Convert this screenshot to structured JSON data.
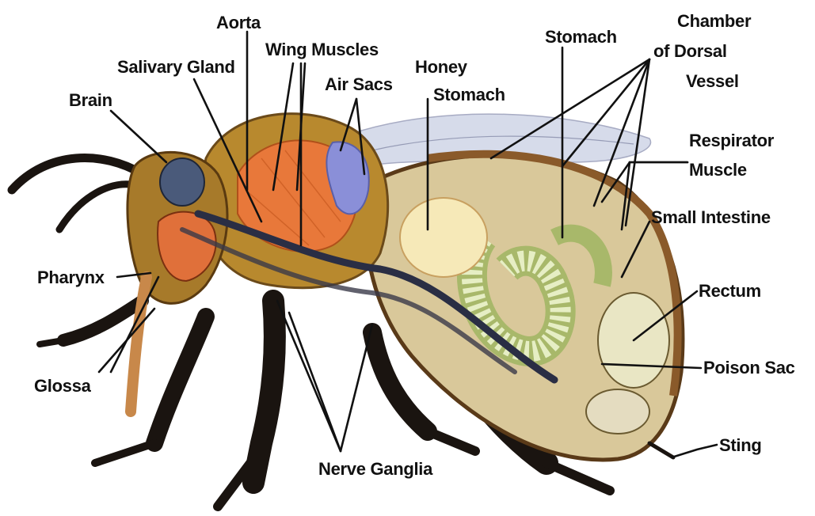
{
  "colors": {
    "background": "#ffffff",
    "label": "#111111",
    "leader": "#111111",
    "fur": "#b8892e",
    "fur_dark": "#6b4a1a",
    "wing_muscle": "#e8783a",
    "air_sac": "#8a8fd8",
    "honey_stomach": "#f6e9b8",
    "intestine": "#c9d98a",
    "abdomen_shell": "#8a5a2a",
    "eye": "#4a5a7a",
    "legs": "#1a1410"
  },
  "labels": {
    "aorta": "Aorta",
    "salivary_gland": "Salivary Gland",
    "wing_muscles": "Wing Muscles",
    "air_sacs": "Air Sacs",
    "honey_stomach": [
      "Honey",
      "Stomach"
    ],
    "stomach": "Stomach",
    "chamber_dorsal_vessel": [
      "Chamber",
      "of Dorsal",
      "Vessel"
    ],
    "brain": "Brain",
    "respirator_muscle": [
      "Respirator",
      "Muscle"
    ],
    "small_intestine": "Small Intestine",
    "pharynx": "Pharynx",
    "rectum": "Rectum",
    "poison_sac": "Poison Sac",
    "glossa": "Glossa",
    "sting": "Sting",
    "nerve_ganglia": "Nerve Ganglia"
  }
}
